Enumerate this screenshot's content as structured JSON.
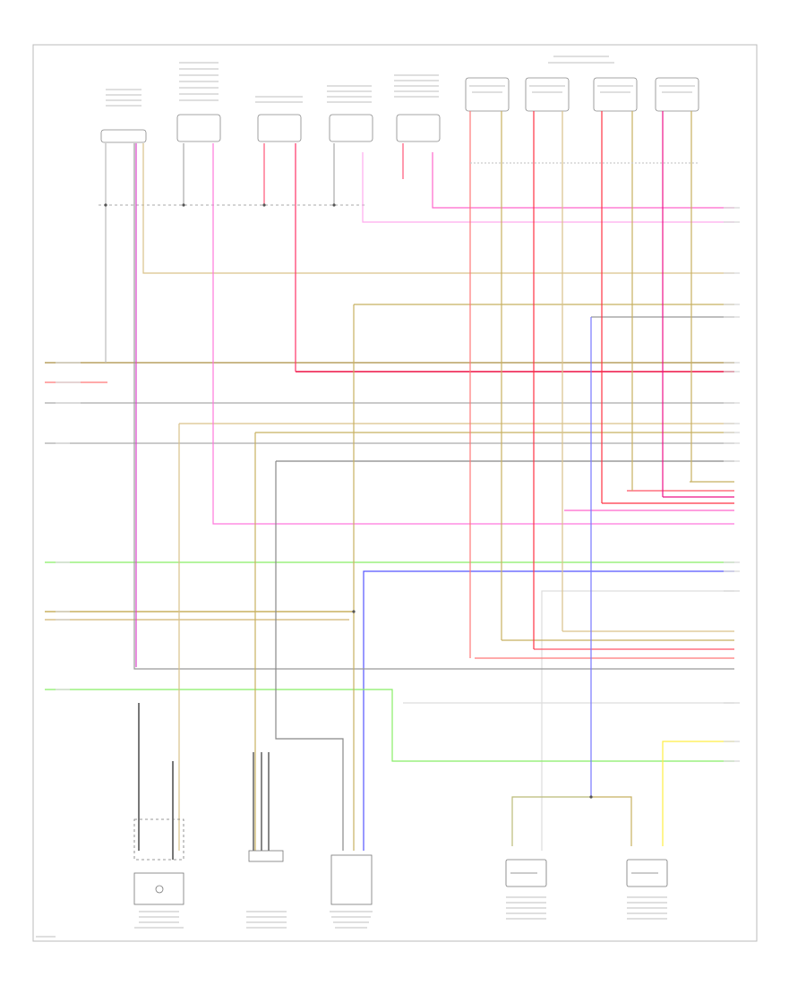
{
  "diagram": {
    "page_ref": "",
    "fuel_injectors_header": "",
    "colors": {
      "pink": "#ff66cc",
      "red": "#ff3344",
      "salmon": "#ff7777",
      "magenta": "#ee1188",
      "tan": "#d9c28a",
      "olive": "#c8b060",
      "blue": "#5555ff",
      "violet": "#8866dd",
      "green": "#88ee66",
      "yellow": "#ffee44",
      "gray": "#999999",
      "dark": "#555555"
    },
    "components_top": [
      {
        "id": "solenoid-1",
        "caption": ""
      },
      {
        "id": "solenoid-2",
        "caption": ""
      },
      {
        "id": "solenoid-3",
        "caption": ""
      },
      {
        "id": "solenoid-4",
        "caption": ""
      },
      {
        "id": "solenoid-5",
        "caption": ""
      },
      {
        "id": "injector-1",
        "caption": ""
      },
      {
        "id": "injector-2",
        "caption": ""
      },
      {
        "id": "injector-3",
        "caption": ""
      },
      {
        "id": "injector-4",
        "caption": ""
      }
    ],
    "components_bottom": [
      {
        "id": "knock-sensor",
        "caption": ""
      },
      {
        "id": "camshaft-sensor",
        "caption": ""
      },
      {
        "id": "fuel-pressure-sensor",
        "caption": ""
      },
      {
        "id": "o2-sensor-1",
        "caption": ""
      },
      {
        "id": "o2-sensor-2",
        "caption": ""
      }
    ]
  }
}
